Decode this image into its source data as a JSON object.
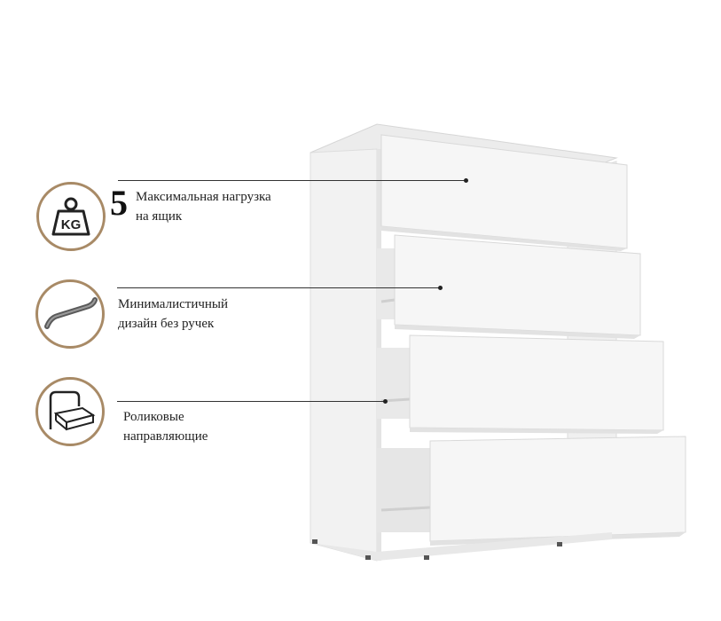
{
  "features": [
    {
      "icon": "weight-kg-icon",
      "icon_text": "KG",
      "number": "5",
      "line1": "Максимальная нагрузка",
      "line2": "на ящик"
    },
    {
      "icon": "handle-icon",
      "line1": "Минималистичный",
      "line2": "дизайн без ручек"
    },
    {
      "icon": "drawer-slide-icon",
      "line1": "Роликовые",
      "line2": "направляющие"
    }
  ],
  "colors": {
    "icon_ring": "#a88a66",
    "furniture": "#f4f4f4",
    "text": "#222222"
  }
}
